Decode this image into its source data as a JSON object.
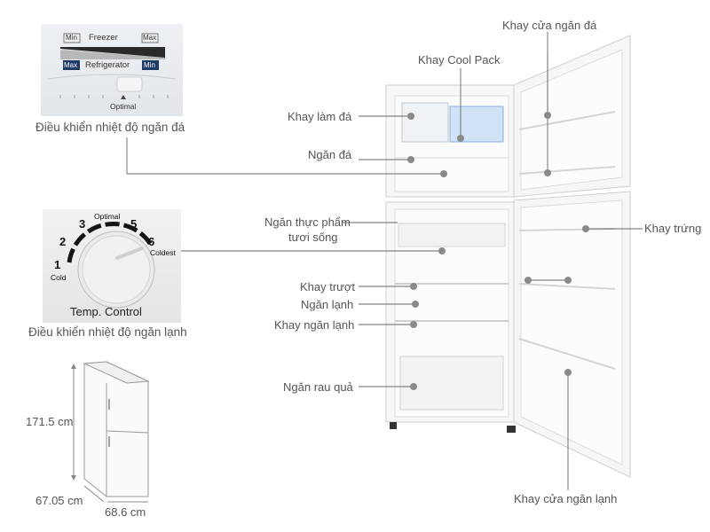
{
  "freezer_panel": {
    "freezer": "Freezer",
    "refrigerator": "Refrigerator",
    "min_top": "Min",
    "max_top": "Max",
    "max_bottom": "Max",
    "min_bottom": "Min",
    "optimal": "Optimal",
    "caption": "Điều khiển nhiệt độ ngăn đá"
  },
  "temp_panel": {
    "n1": "1",
    "cold": "Cold",
    "n2": "2",
    "n3": "3",
    "optimal": "Optimal",
    "n5": "5",
    "n6": "6",
    "coldest": "Coldest",
    "title": "Temp. Control",
    "caption": "Điều khiển nhiệt độ ngăn lạnh"
  },
  "dimensions": {
    "height": "171.5 cm",
    "depth": "67.05 cm",
    "width": "68.6 cm"
  },
  "labels": {
    "khay_cua_ngan_da": "Khay cửa ngăn đá",
    "khay_cool_pack": "Khay Cool Pack",
    "khay_lam_da": "Khay làm đá",
    "ngan_da": "Ngăn đá",
    "ngan_thuc_pham_1": "Ngăn thực phẩm",
    "ngan_thuc_pham_2": "tươi sống",
    "khay_trung": "Khay trứng",
    "khay_truot": "Khay trượt",
    "ngan_lanh": "Ngăn lạnh",
    "khay_ngan_lanh": "Khay ngăn lạnh",
    "ngan_rau_qua": "Ngăn rau quả",
    "khay_cua_ngan_lanh": "Khay cửa ngăn lạnh"
  },
  "colors": {
    "leader": "#666666",
    "dot": "#8a8a8a",
    "fridge_body": "#f4f4f4",
    "dial_dark": "#1a1a1a"
  }
}
